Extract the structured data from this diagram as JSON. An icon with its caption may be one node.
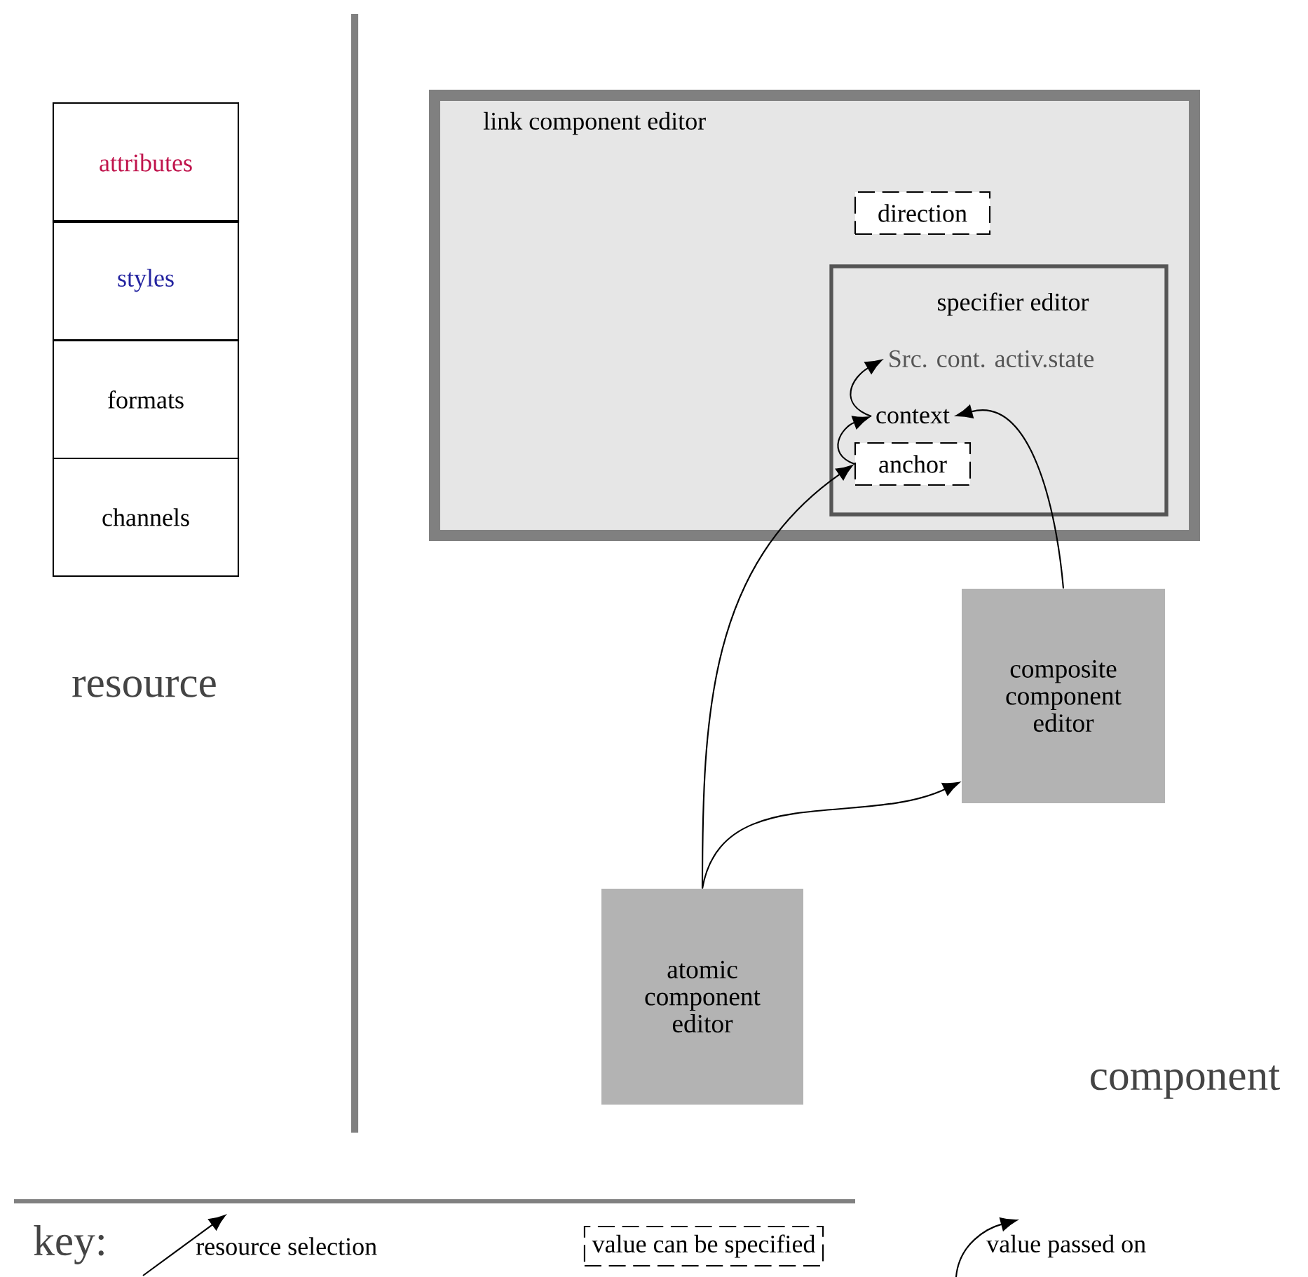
{
  "diagram": {
    "nodes": [
      {
        "text": [
          "link component editor"
        ]
      },
      {
        "text": [
          "direction"
        ],
        "in": 0
      },
      {
        "text": [
          "specifier editor"
        ],
        "in": 0
      },
      {
        "text": [
          "Src. cont. activ.state"
        ],
        "in": 2
      },
      {
        "text": [
          "context"
        ],
        "in": 2
      },
      {
        "text": [
          "anchor"
        ],
        "in": 2
      },
      {
        "text": [
          "composite component editor"
        ]
      },
      {
        "text": [
          "atomic component editor"
        ]
      },
      {
        "text": [
          "attributes"
        ]
      },
      {
        "text": [
          "styles"
        ]
      },
      {
        "text": [
          "formats"
        ]
      },
      {
        "text": [
          "channels"
        ]
      }
    ],
    "edges": [
      {
        "from": 7,
        "to": 5,
        "arrow": "to"
      },
      {
        "from": 7,
        "to": 6,
        "arrow": "to"
      },
      {
        "from": 6,
        "to": 4,
        "arrow": "to"
      },
      {
        "from": 5,
        "to": 4,
        "arrow": "to"
      },
      {
        "from": 4,
        "to": 3,
        "arrow": "to"
      }
    ],
    "labels": [
      "resource",
      "component",
      "key:"
    ],
    "legend": [
      {
        "text": "resource selection"
      },
      {
        "text": "value can be specified"
      },
      {
        "text": "value passed on"
      }
    ]
  }
}
